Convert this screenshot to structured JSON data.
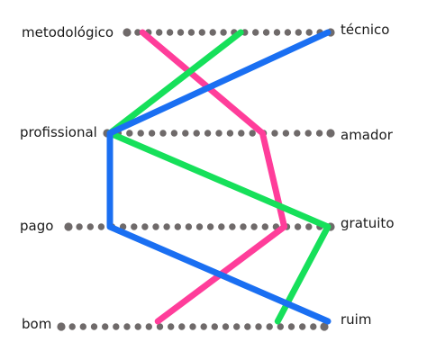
{
  "scales": [
    {
      "left": "metodológico",
      "right": "técnico"
    },
    {
      "left": "profissional",
      "right": "amador"
    },
    {
      "left": "pago",
      "right": "gratuito"
    },
    {
      "left": "bom",
      "right": "ruim"
    }
  ],
  "palette": {
    "dots": "#6f6a6a",
    "text": "#1a1a1a"
  },
  "profiles": [
    {
      "color": "#ff3d9a",
      "icon": "pink-line",
      "positions": [
        0.15,
        0.7,
        0.8,
        0.22
      ]
    },
    {
      "color": "#16e05a",
      "icon": "green-line",
      "positions": [
        0.6,
        0.0,
        1.0,
        0.77
      ]
    },
    {
      "color": "#1a6ff2",
      "icon": "blue-line",
      "positions": [
        1.0,
        0.0,
        0.0,
        1.0
      ]
    }
  ]
}
